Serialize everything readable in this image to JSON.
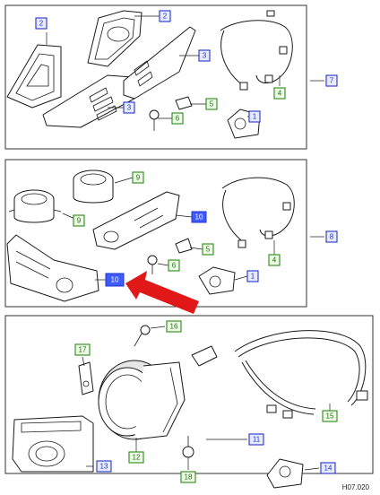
{
  "reference_code": "H07.020",
  "highlight_color": "#3f5bff",
  "arrow_color": "#e01818",
  "callouts": {
    "p1_2a": "2",
    "p1_2b": "2",
    "p1_3a": "3",
    "p1_3b": "3",
    "p1_6": "6",
    "p1_5": "5",
    "p1_1": "1",
    "p1_4": "4",
    "p1_7": "7",
    "p2_9a": "9",
    "p2_9b": "9",
    "p2_10a": "10",
    "p2_10b": "10",
    "p2_5": "5",
    "p2_6": "6",
    "p2_4": "4",
    "p2_1": "1",
    "p2_8": "8",
    "p3_16a": "16",
    "p3_17": "17",
    "p3_12": "12",
    "p3_18": "18",
    "p3_13": "13",
    "p3_11": "11",
    "p3_15": "15",
    "p3_14": "14"
  }
}
